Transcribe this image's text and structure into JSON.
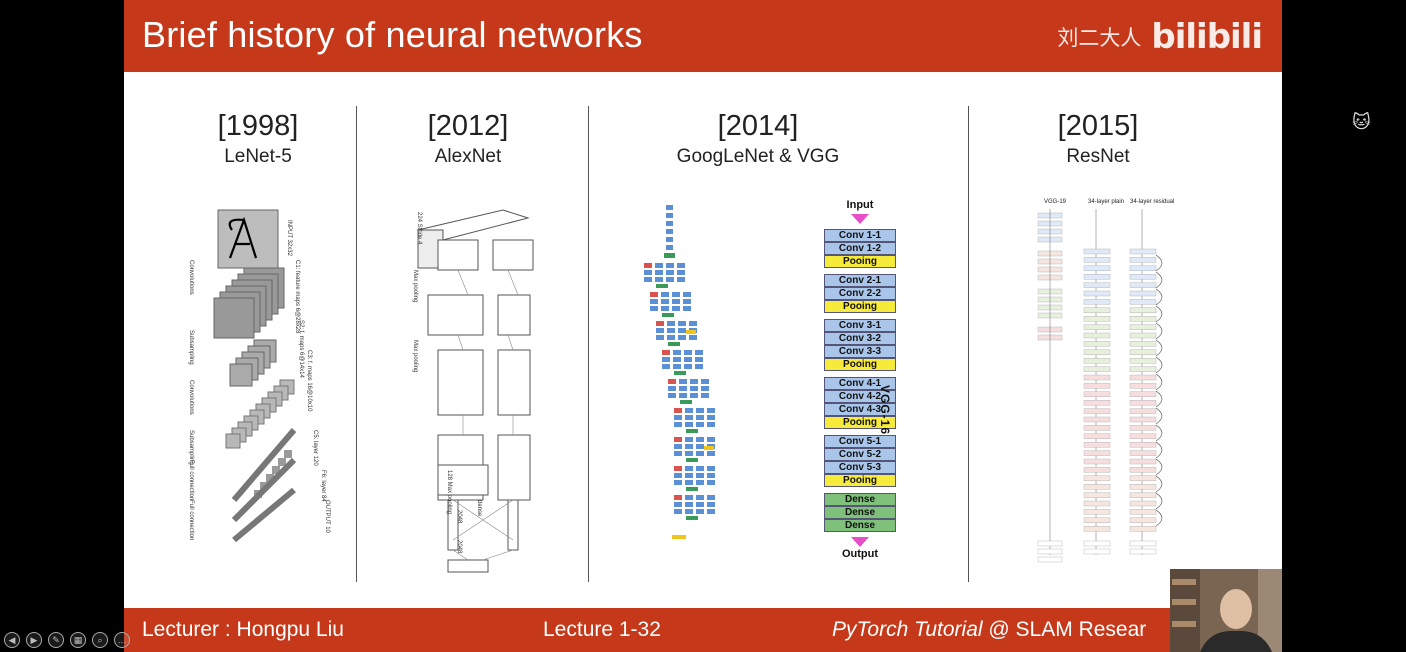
{
  "slide": {
    "title": "Brief history of neural networks",
    "watermark": {
      "channel_name": "刘二大人",
      "logo_text": "bilibili"
    },
    "columns": [
      {
        "year": "[1998]",
        "name": "LeNet-5"
      },
      {
        "year": "[2012]",
        "name": "AlexNet"
      },
      {
        "year": "[2014]",
        "name": "GoogLeNet & VGG"
      },
      {
        "year": "[2015]",
        "name": "ResNet"
      }
    ],
    "vgg": {
      "input_label": "Input",
      "output_label": "Output",
      "side_label": "VGG-16",
      "blocks": [
        [
          "Conv 1-1",
          "Conv 1-2",
          "Pooing"
        ],
        [
          "Conv 2-1",
          "Conv 2-2",
          "Pooing"
        ],
        [
          "Conv 3-1",
          "Conv 3-2",
          "Conv 3-3",
          "Pooing"
        ],
        [
          "Conv 4-1",
          "Conv 4-2",
          "Conv 4-3",
          "Pooing"
        ],
        [
          "Conv 5-1",
          "Conv 5-2",
          "Conv 5-3",
          "Pooing"
        ],
        [
          "Dense",
          "Dense",
          "Dense"
        ]
      ]
    },
    "resnet_headers": [
      "VGG-19",
      "34-layer plain",
      "34-layer residual"
    ],
    "footer": {
      "lecturer": "Lecturer : Hongpu Liu",
      "lecture_no": "Lecture 1-32",
      "course_italic": "PyTorch Tutorial",
      "course_rest": " @ SLAM Resear"
    }
  },
  "colors": {
    "header_bg": "#c5391a",
    "footer_bg": "#c5391a",
    "vgg_conv": "#a9c6ea",
    "vgg_pool": "#f6ea3a",
    "vgg_dense": "#7fc07a",
    "arrow": "#e64fc8"
  },
  "icons": {
    "cat": "cat-face-icon",
    "nav": [
      "prev-icon",
      "next-icon",
      "pen-icon",
      "slides-icon",
      "zoom-icon",
      "more-icon"
    ]
  }
}
